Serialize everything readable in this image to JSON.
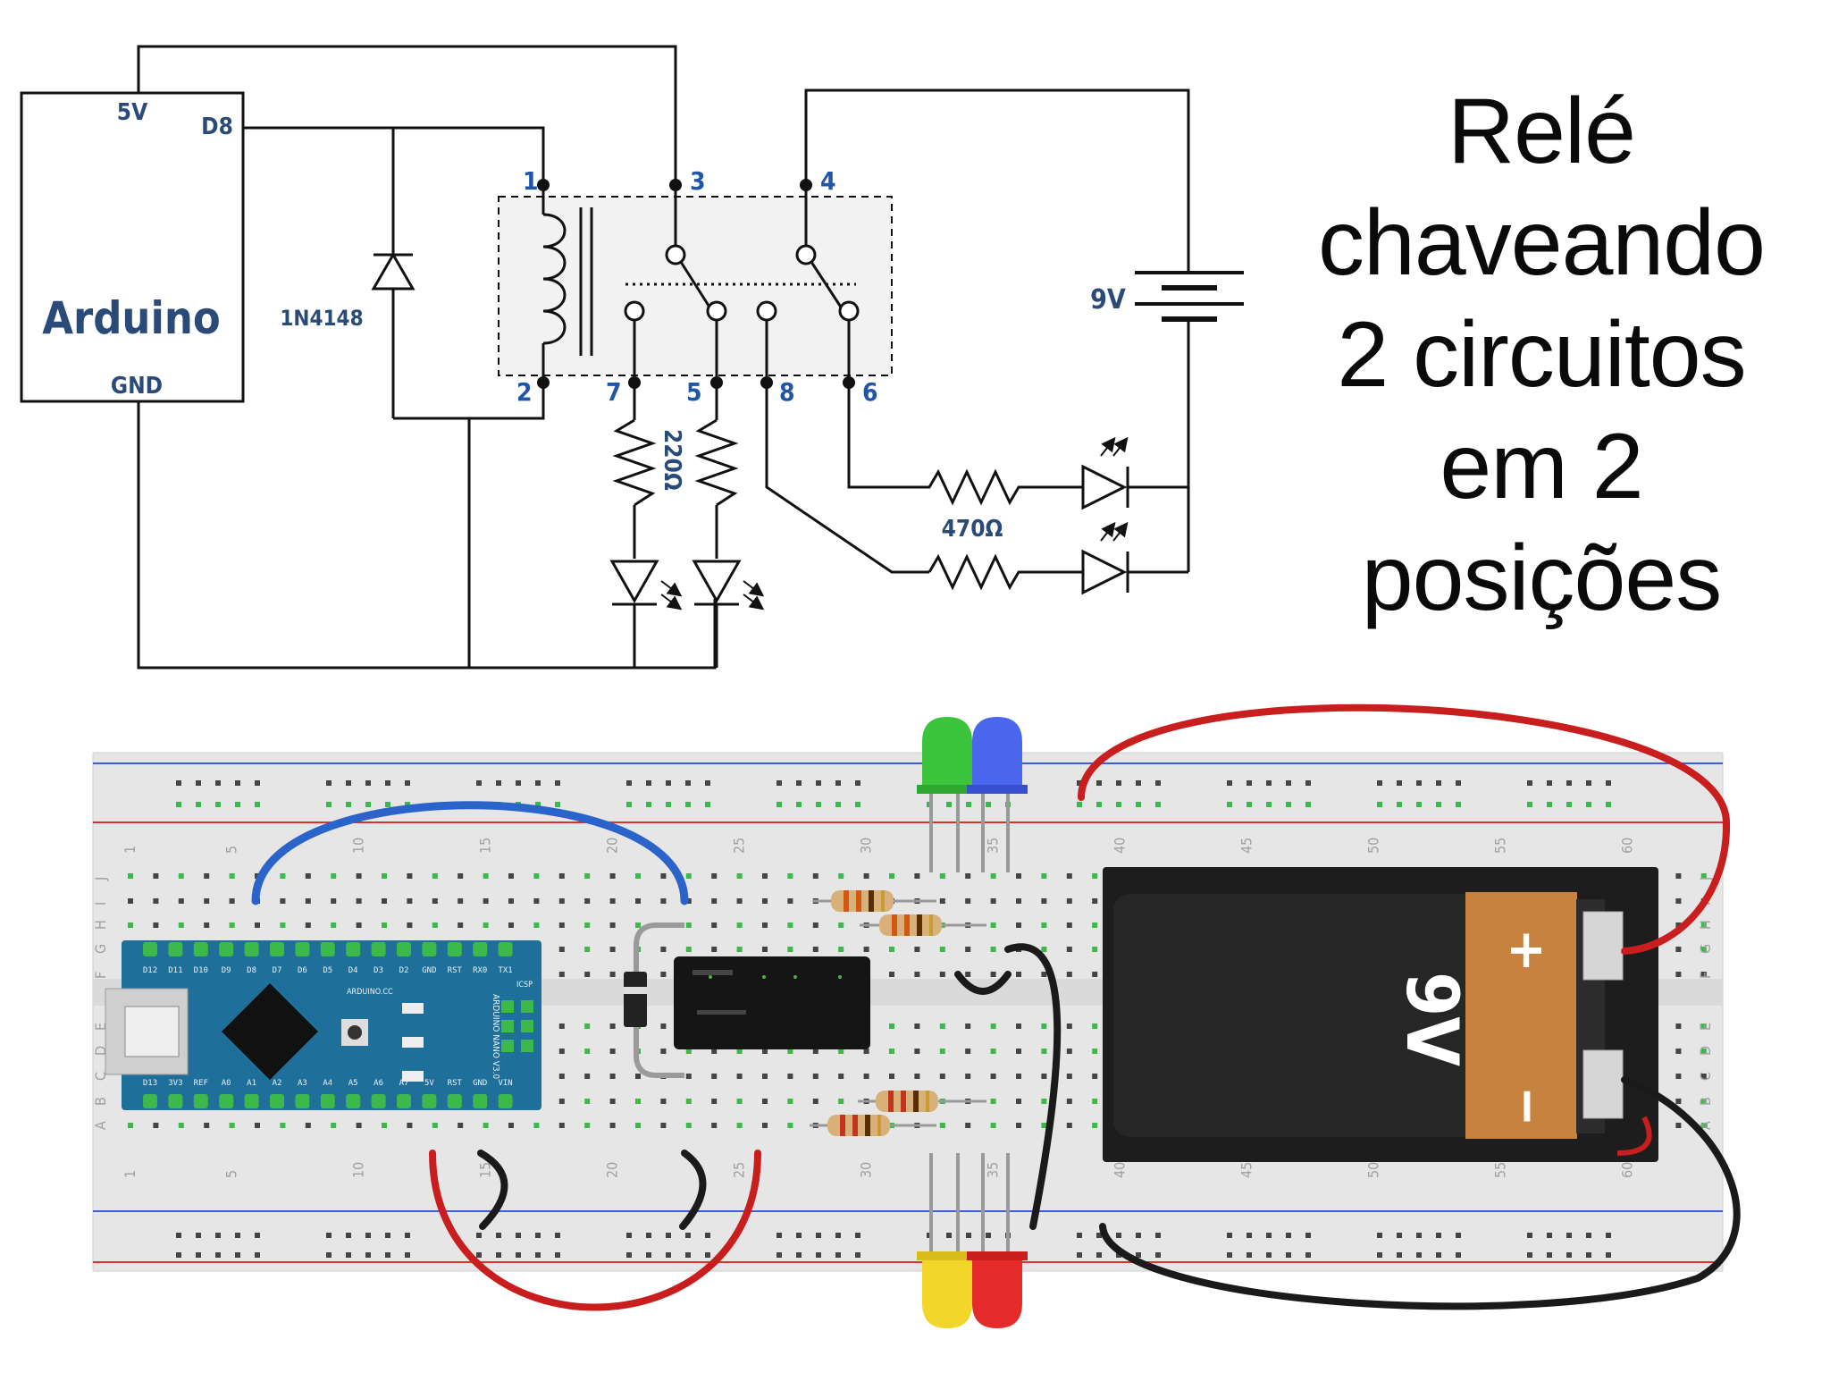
{
  "title": {
    "lines": [
      "Relé",
      "chaveando",
      "2 circuitos",
      "em 2",
      "posições"
    ]
  },
  "schematic": {
    "arduino_label": "Arduino",
    "pin_5v": "5V",
    "pin_d8": "D8",
    "pin_gnd": "GND",
    "diode_label": "1N4148",
    "battery_label": "9V",
    "resistor_220": "220Ω",
    "resistor_470": "470Ω",
    "relay_pins": [
      "1",
      "2",
      "3",
      "4",
      "5",
      "6",
      "7",
      "8"
    ]
  },
  "breadboard": {
    "column_numbers": [
      "1",
      "5",
      "10",
      "15",
      "20",
      "25",
      "30",
      "35",
      "40",
      "45",
      "50",
      "55",
      "60"
    ],
    "row_letters_top": [
      "J",
      "I",
      "H",
      "G",
      "F"
    ],
    "row_letters_bottom": [
      "E",
      "D",
      "C",
      "B",
      "A"
    ],
    "battery_label": "9V",
    "battery_plus": "+",
    "battery_minus": "−",
    "nano_top_pins": [
      "D12",
      "D11",
      "D10",
      "D9",
      "D8",
      "D7",
      "D6",
      "D5",
      "D4",
      "D3",
      "D2",
      "GND",
      "RST",
      "RX0",
      "TX1"
    ],
    "nano_bottom_pins": [
      "D13",
      "3V3",
      "REF",
      "A0",
      "A1",
      "A2",
      "A3",
      "A4",
      "A5",
      "A6",
      "A7",
      "5V",
      "RST",
      "GND",
      "VIN"
    ],
    "nano_label": "ARDUINO NANO V3.0",
    "nano_site": "ARDUINO.CC",
    "nano_icsp": "ICSP"
  },
  "colors": {
    "schematic_line": "#111111",
    "schematic_label": "#2a4a78",
    "pin_label": "#1f56a8",
    "breadboard_bg": "#e8e8e8",
    "rail_red": "#d9332e",
    "rail_blue": "#3c5fd6",
    "wire_red": "#c81e1e",
    "wire_blue": "#2a63c9",
    "wire_black": "#1a1a1a",
    "nano_pcb": "#1f6f9b",
    "battery_body": "#1d1d1d",
    "battery_label_orange": "#c8823f"
  }
}
